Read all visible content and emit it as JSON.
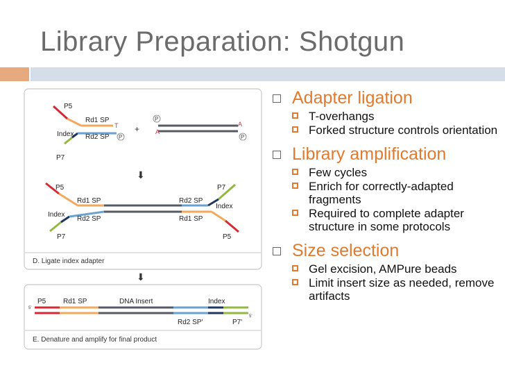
{
  "slide": {
    "title": "Library Preparation: Shotgun"
  },
  "bullets": [
    {
      "heading": "Adapter ligation",
      "items": [
        "T-overhangs",
        "Forked structure controls orientation"
      ]
    },
    {
      "heading": "Library amplification",
      "items": [
        "Few cycles",
        "Enrich for correctly-adapted fragments",
        "Required to complete adapter structure in some protocols"
      ]
    },
    {
      "heading": "Size selection",
      "items": [
        "Gel excision, AMPure beads",
        "Limit insert size as needed, remove artifacts"
      ]
    }
  ],
  "diagram": {
    "panel1": {
      "labels": {
        "p5": "P5",
        "rd1sp": "Rd1 SP",
        "t": "T",
        "index": "Index",
        "rd2sp": "Rd2 SP",
        "p_circle": "P",
        "p7": "P7",
        "plus": "+",
        "a": "A"
      }
    },
    "panel2": {
      "labels": {
        "p5_left": "P5",
        "rd1sp_left": "Rd1 SP",
        "index_left": "Index",
        "rd2sp_left": "Rd2 SP",
        "p7_left": "P7",
        "p7_right": "P7",
        "rd2sp_right": "Rd2 SP",
        "index_right": "Index",
        "rd1sp_right": "Rd1 SP",
        "p5_right": "P5"
      },
      "caption": "D. Ligate index adapter"
    },
    "panel3": {
      "labels": {
        "p5": "P5",
        "rd1sp": "Rd1 SP",
        "dna_insert": "DNA Insert",
        "index": "Index",
        "five_prime_left": "5'",
        "five_prime_right": "5'",
        "rd2sp_prime": "Rd2 SP'",
        "p7_prime": "P7'"
      },
      "caption": "E. Denature and amplify for final product"
    },
    "arrow_glyph": "⬇"
  },
  "colors": {
    "title": "#6b6b6b",
    "accent_orange": "#e07a2e",
    "red": "#d42a35",
    "orange": "#f2a95e",
    "blue": "#6aa2cf",
    "green": "#93b840",
    "navy": "#1f3460",
    "dark": "#555a63",
    "adenine_label": "#c0394b",
    "panel_border": "#c8c8c8"
  }
}
